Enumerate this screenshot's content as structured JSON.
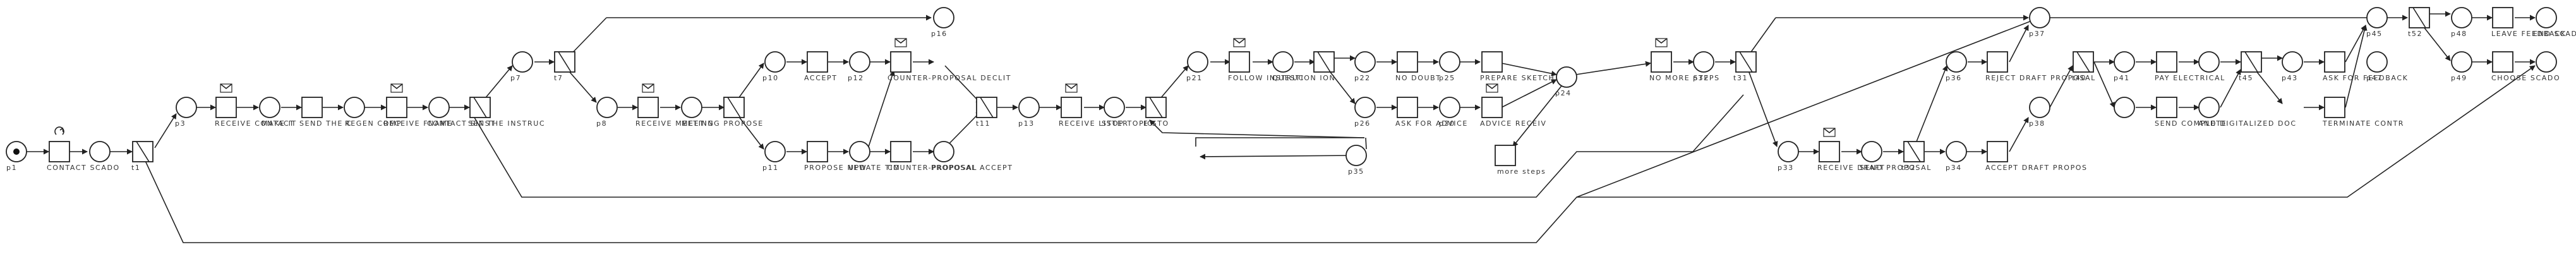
{
  "diagram": {
    "kind": "petri-net",
    "colors": {
      "stroke": "#222222",
      "fill": "#ffffff",
      "label": "#333333"
    },
    "labels": {
      "p1": "p1",
      "contact_scado": "CONTACT SCADO",
      "t1": "t1",
      "p3": "p3",
      "receive_contact": "RECEIVE CONTACT",
      "make_it": "MAKE IT",
      "send_the_c": "SEND THE C",
      "reg_comp": "REGEN COMP",
      "receive_fname": "RECEIVE FNAME",
      "contact_sinst": "CONTACT SINST",
      "set_instruc": "SET THE INSTRUC",
      "p7": "p7",
      "t7": "t7",
      "p8": "p8",
      "receive_meeting": "RECEIVE MEETING",
      "meeting_propose": "MEETING PROPOSE",
      "p10": "p10",
      "p11": "p11",
      "accept": "ACCEPT",
      "p12": "p12",
      "counter_proposal_decline": "COUNTER-PROPOSAL DECLIT",
      "p16": "p16",
      "propose_new": "PROPOSE NEW",
      "update_tim": "UPDATE TIM",
      "counter_proposal": "COUNTER-PROPOSAL",
      "proposal_accept": "PROPOSAL ACCEPT",
      "t11": "t11",
      "p13": "p13",
      "receive_lister": "RECEIVE LISTER",
      "stop_topic": "STOP TOPIC",
      "e_sto": "E STO",
      "p35": "p35",
      "p21": "p21",
      "follow_instruc": "FOLLOW INSTRUC",
      "question_ion": "QUESTION ION",
      "p22": "p22",
      "no_doubt": "NO DOUBT",
      "p25": "p25",
      "prepare_sketch": "PREPARE SKETCH",
      "p24": "p24",
      "ask_for_advice": "ASK FOR ADVICE",
      "p26": "p26",
      "advice_receive": "ADVICE RECEIV",
      "p30": "p30",
      "more_steps": "more steps",
      "no_more_steps": "NO MORE STEPS",
      "p32": "p32",
      "t31": "t31",
      "p33": "p33",
      "receive_draft": "RECEIVE DRAFT",
      "send_proposal": "SEND PROPOSAL",
      "t32": "t32",
      "p34": "p34",
      "p36": "p36",
      "reject_draft_proposal": "REJECT DRAFT PROPOSAL",
      "p37": "p37",
      "p38": "p38",
      "accept_draft_propos": "ACCEPT DRAFT PROPOS",
      "t40": "t40",
      "p41": "p41",
      "pay_electrical": "PAY ELECTRICAL",
      "send_complete": "SEND COMPLETE",
      "p42": "p42",
      "and_digitalized_doc": "AND DIGITALIZED DOC",
      "t45": "t45",
      "p43": "p43",
      "ask_for_feedback": "ASK FOR FEEDBACK",
      "terminate_contract": "TERMINATE CONTR",
      "p45": "p45",
      "p47": "p47",
      "t52": "t52",
      "p48": "p48",
      "leave_feedback": "LEAVE FEEDBACK",
      "p49": "p49",
      "choose_scado": "CHOOSE SCADO",
      "end": "END SCADO"
    }
  }
}
